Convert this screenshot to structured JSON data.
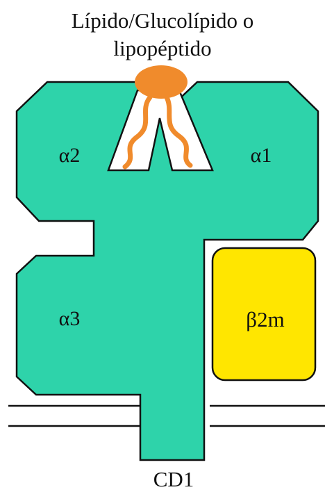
{
  "ligand": {
    "label_line1": "Lípido/Glucolípido o",
    "label_line2": "lipopéptido"
  },
  "domains": {
    "alpha1": "α1",
    "alpha2": "α2",
    "alpha3": "α3",
    "beta2m": "β2m"
  },
  "molecule_name": "CD1",
  "colors": {
    "cd1_fill": "#2ed3aa",
    "beta2m_fill": "#ffe600",
    "lipid": "#f08b2c",
    "outline": "#111111",
    "membrane": "#111111"
  }
}
